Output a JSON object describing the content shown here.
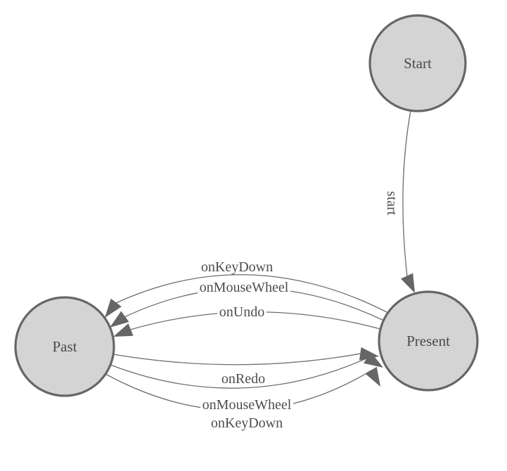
{
  "diagram": {
    "type": "finite-state-machine",
    "colors": {
      "background": "#ffffff",
      "node_fill": "#d4d4d4",
      "node_stroke": "#666666",
      "node_label": "#4a4a4a",
      "edge_stroke": "#6e6e6e",
      "arrow_fill": "#666666",
      "edge_label": "#4d4d4d"
    },
    "nodes": [
      {
        "id": "start",
        "label": "Start"
      },
      {
        "id": "past",
        "label": "Past"
      },
      {
        "id": "present",
        "label": "Present"
      }
    ],
    "edges": [
      {
        "from": "start",
        "to": "present",
        "label": "start"
      },
      {
        "from": "present",
        "to": "past",
        "label": "onKeyDown"
      },
      {
        "from": "present",
        "to": "past",
        "label": "onMouseWheel"
      },
      {
        "from": "present",
        "to": "past",
        "label": "onUndo"
      },
      {
        "from": "past",
        "to": "present",
        "label": "onRedo"
      },
      {
        "from": "past",
        "to": "present",
        "label": "onMouseWheel"
      },
      {
        "from": "past",
        "to": "present",
        "label": "onKeyDown"
      }
    ]
  }
}
